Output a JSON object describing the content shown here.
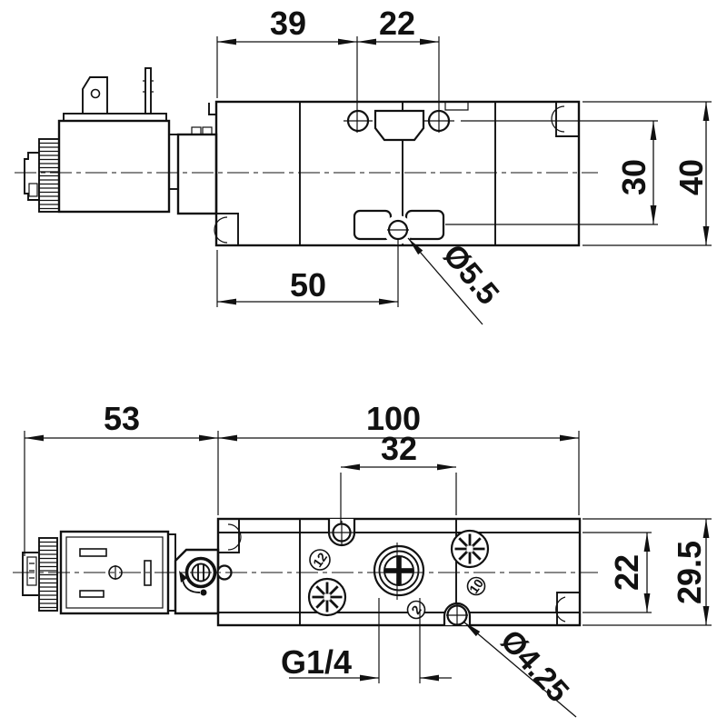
{
  "page": {
    "background": "#ffffff",
    "line_color": "#111111"
  },
  "top_view": {
    "dim_39": "39",
    "dim_22": "22",
    "dim_30": "30",
    "dim_40": "40",
    "dim_50": "50",
    "dia_label": "Ø5.5"
  },
  "bottom_view": {
    "dim_53": "53",
    "dim_100": "100",
    "dim_32": "32",
    "dim_22": "22",
    "dim_29_5": "29.5",
    "thread_label": "G1/4",
    "dia_label": "Ø4.25",
    "port_12": "12",
    "port_2": "2",
    "port_10": "10"
  }
}
